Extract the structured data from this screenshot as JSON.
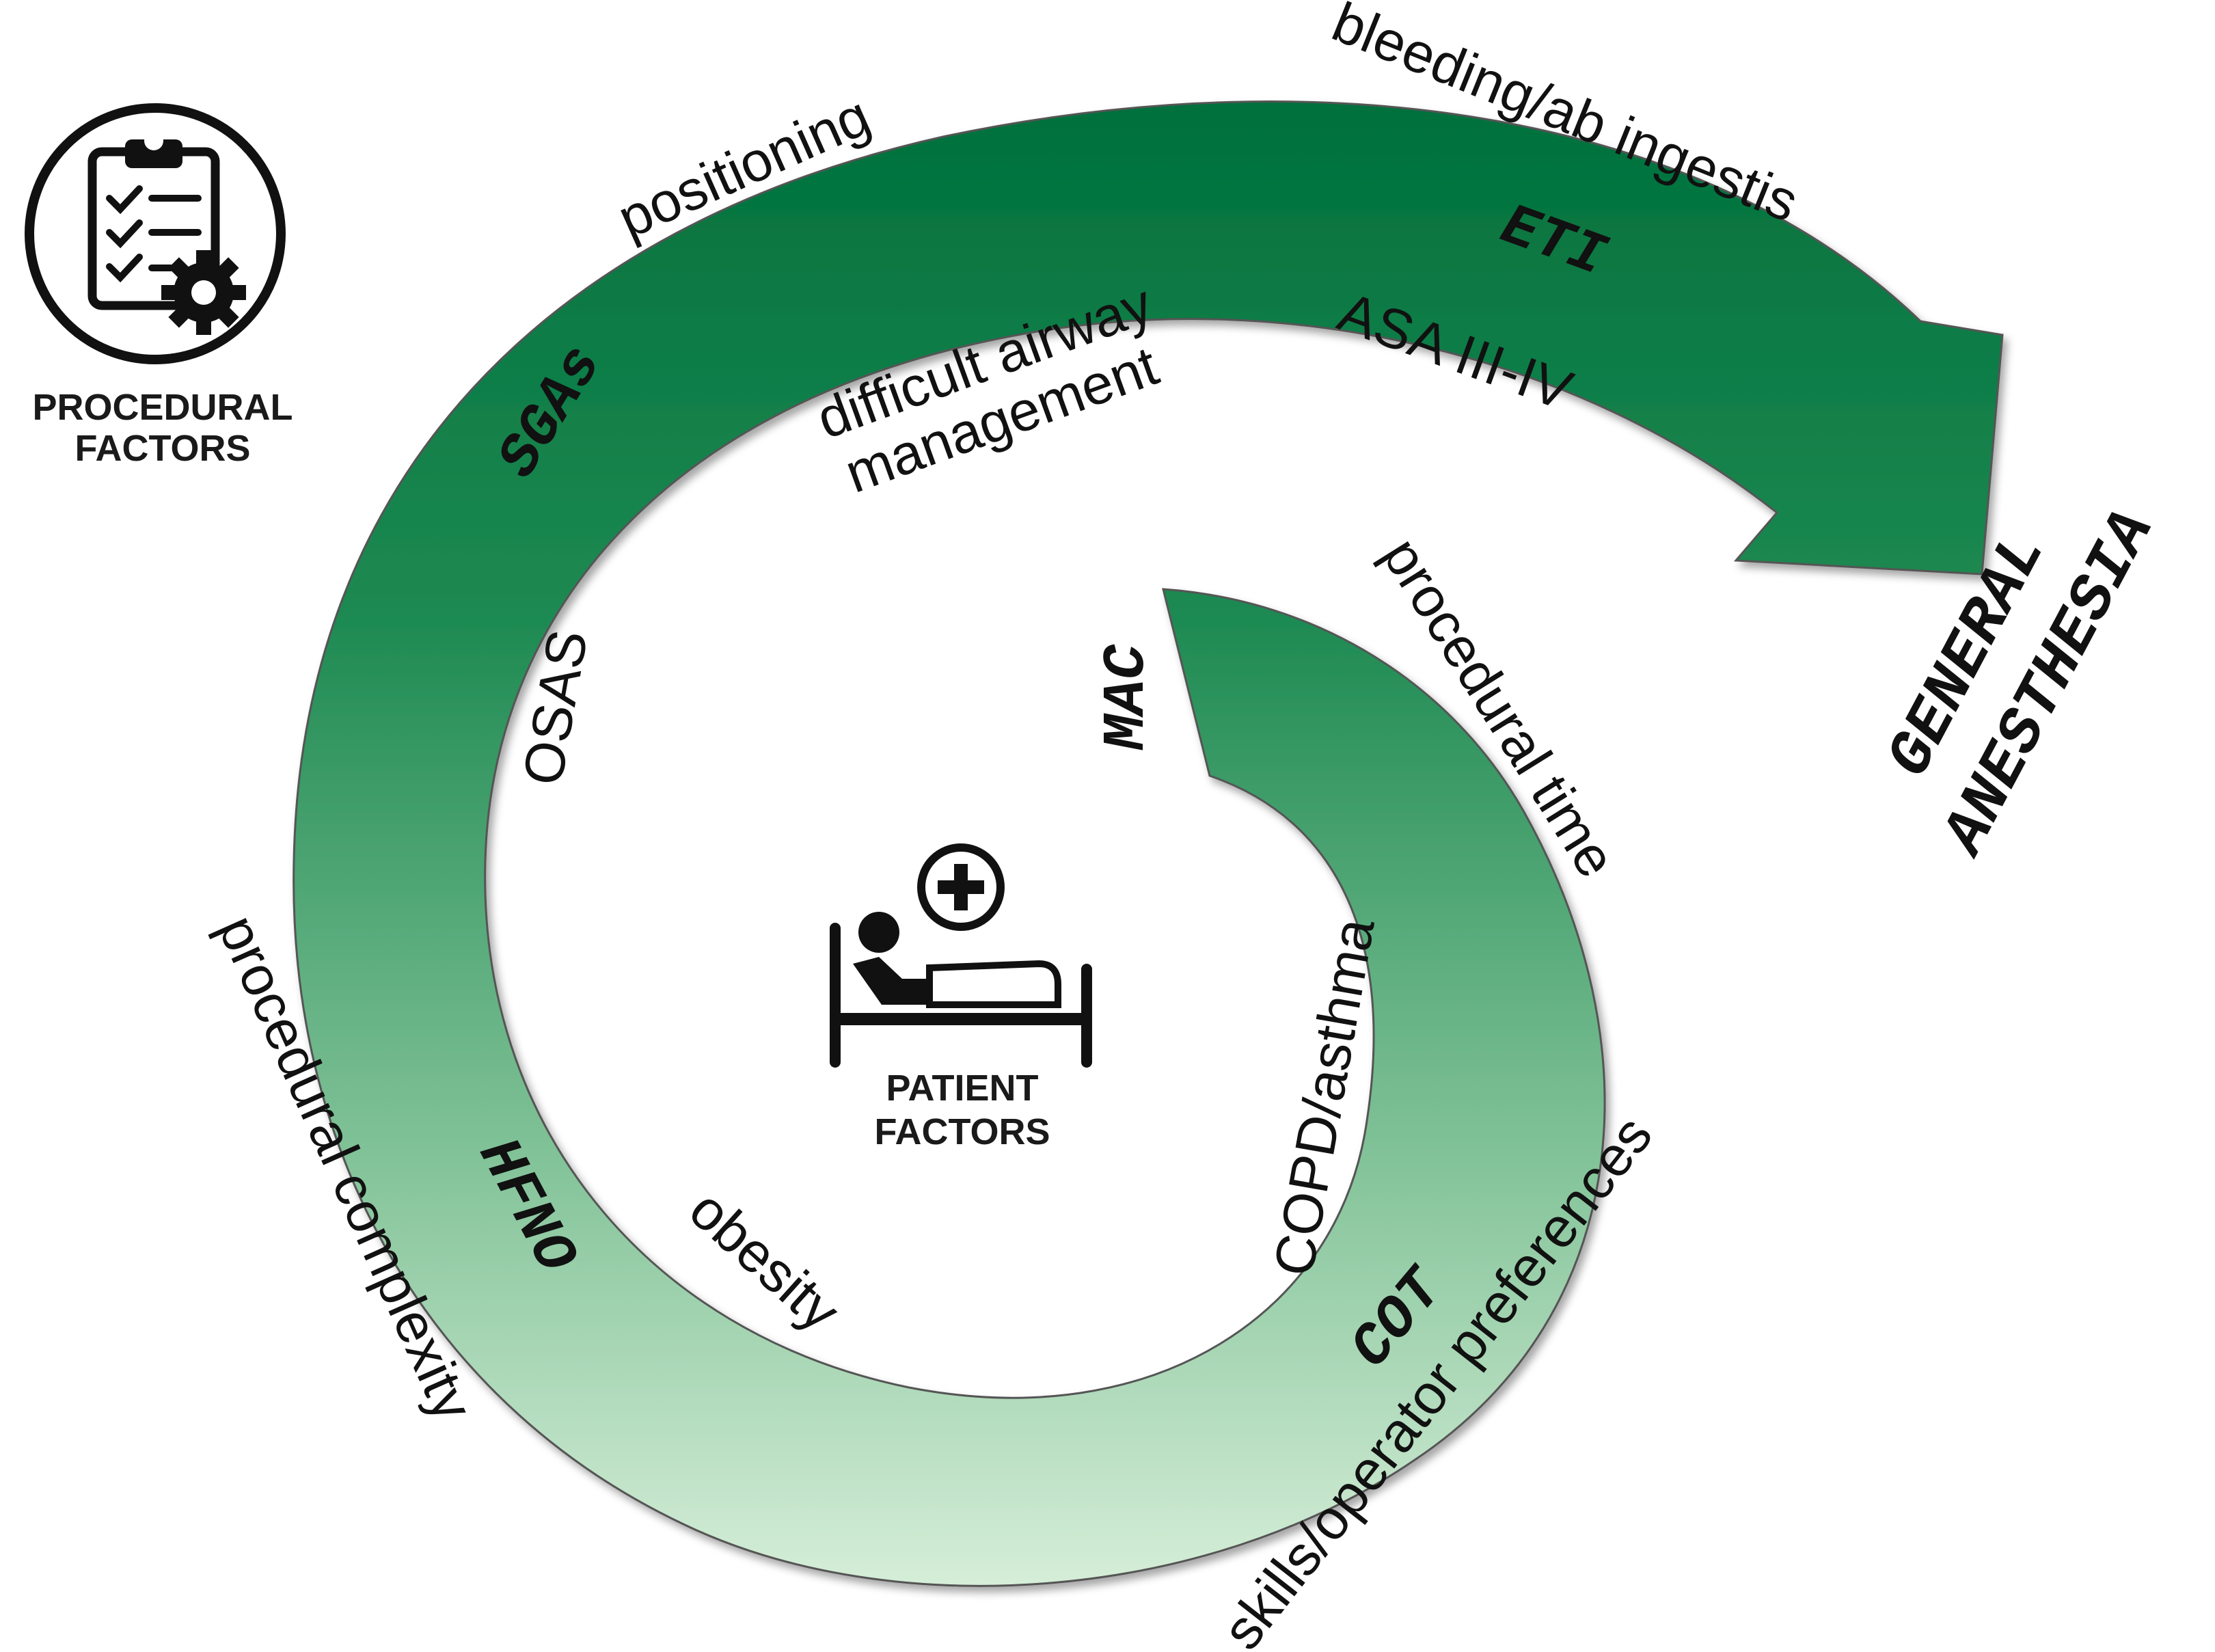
{
  "procedural_factors": {
    "icon": "clipboard-checklist-gear-icon",
    "line1": "PROCEDURAL",
    "line2": "FACTORS"
  },
  "patient_factors": {
    "icon": "patient-in-bed-icon",
    "line1": "PATIENT",
    "line2": "FACTORS"
  },
  "outcome": {
    "line1": "GENERAL",
    "line2": "ANESTHESIA"
  },
  "airway_devices": {
    "mac": "MAC",
    "cot": "COT",
    "hfno": "HFNO",
    "sgas": "SGAs",
    "eti": "ETI"
  },
  "outer_factors": {
    "positioning": "positioning",
    "bleeding": "bleeding/ab ingestis",
    "procedural_time": "procedural time",
    "skills": "skills/operator preferences",
    "complexity": "procedural complexity"
  },
  "inner_factors": {
    "difficult_airway_1": "difficult airway",
    "difficult_airway_2": "management",
    "asa": "ASA III-IV",
    "osas": "OSAS",
    "obesity": "obesity",
    "copd": "COPD/asthma"
  },
  "colors": {
    "arrow_dark": "#00703c",
    "arrow_mid": "#2e8f5a",
    "arrow_light": "#d4ecd6"
  }
}
